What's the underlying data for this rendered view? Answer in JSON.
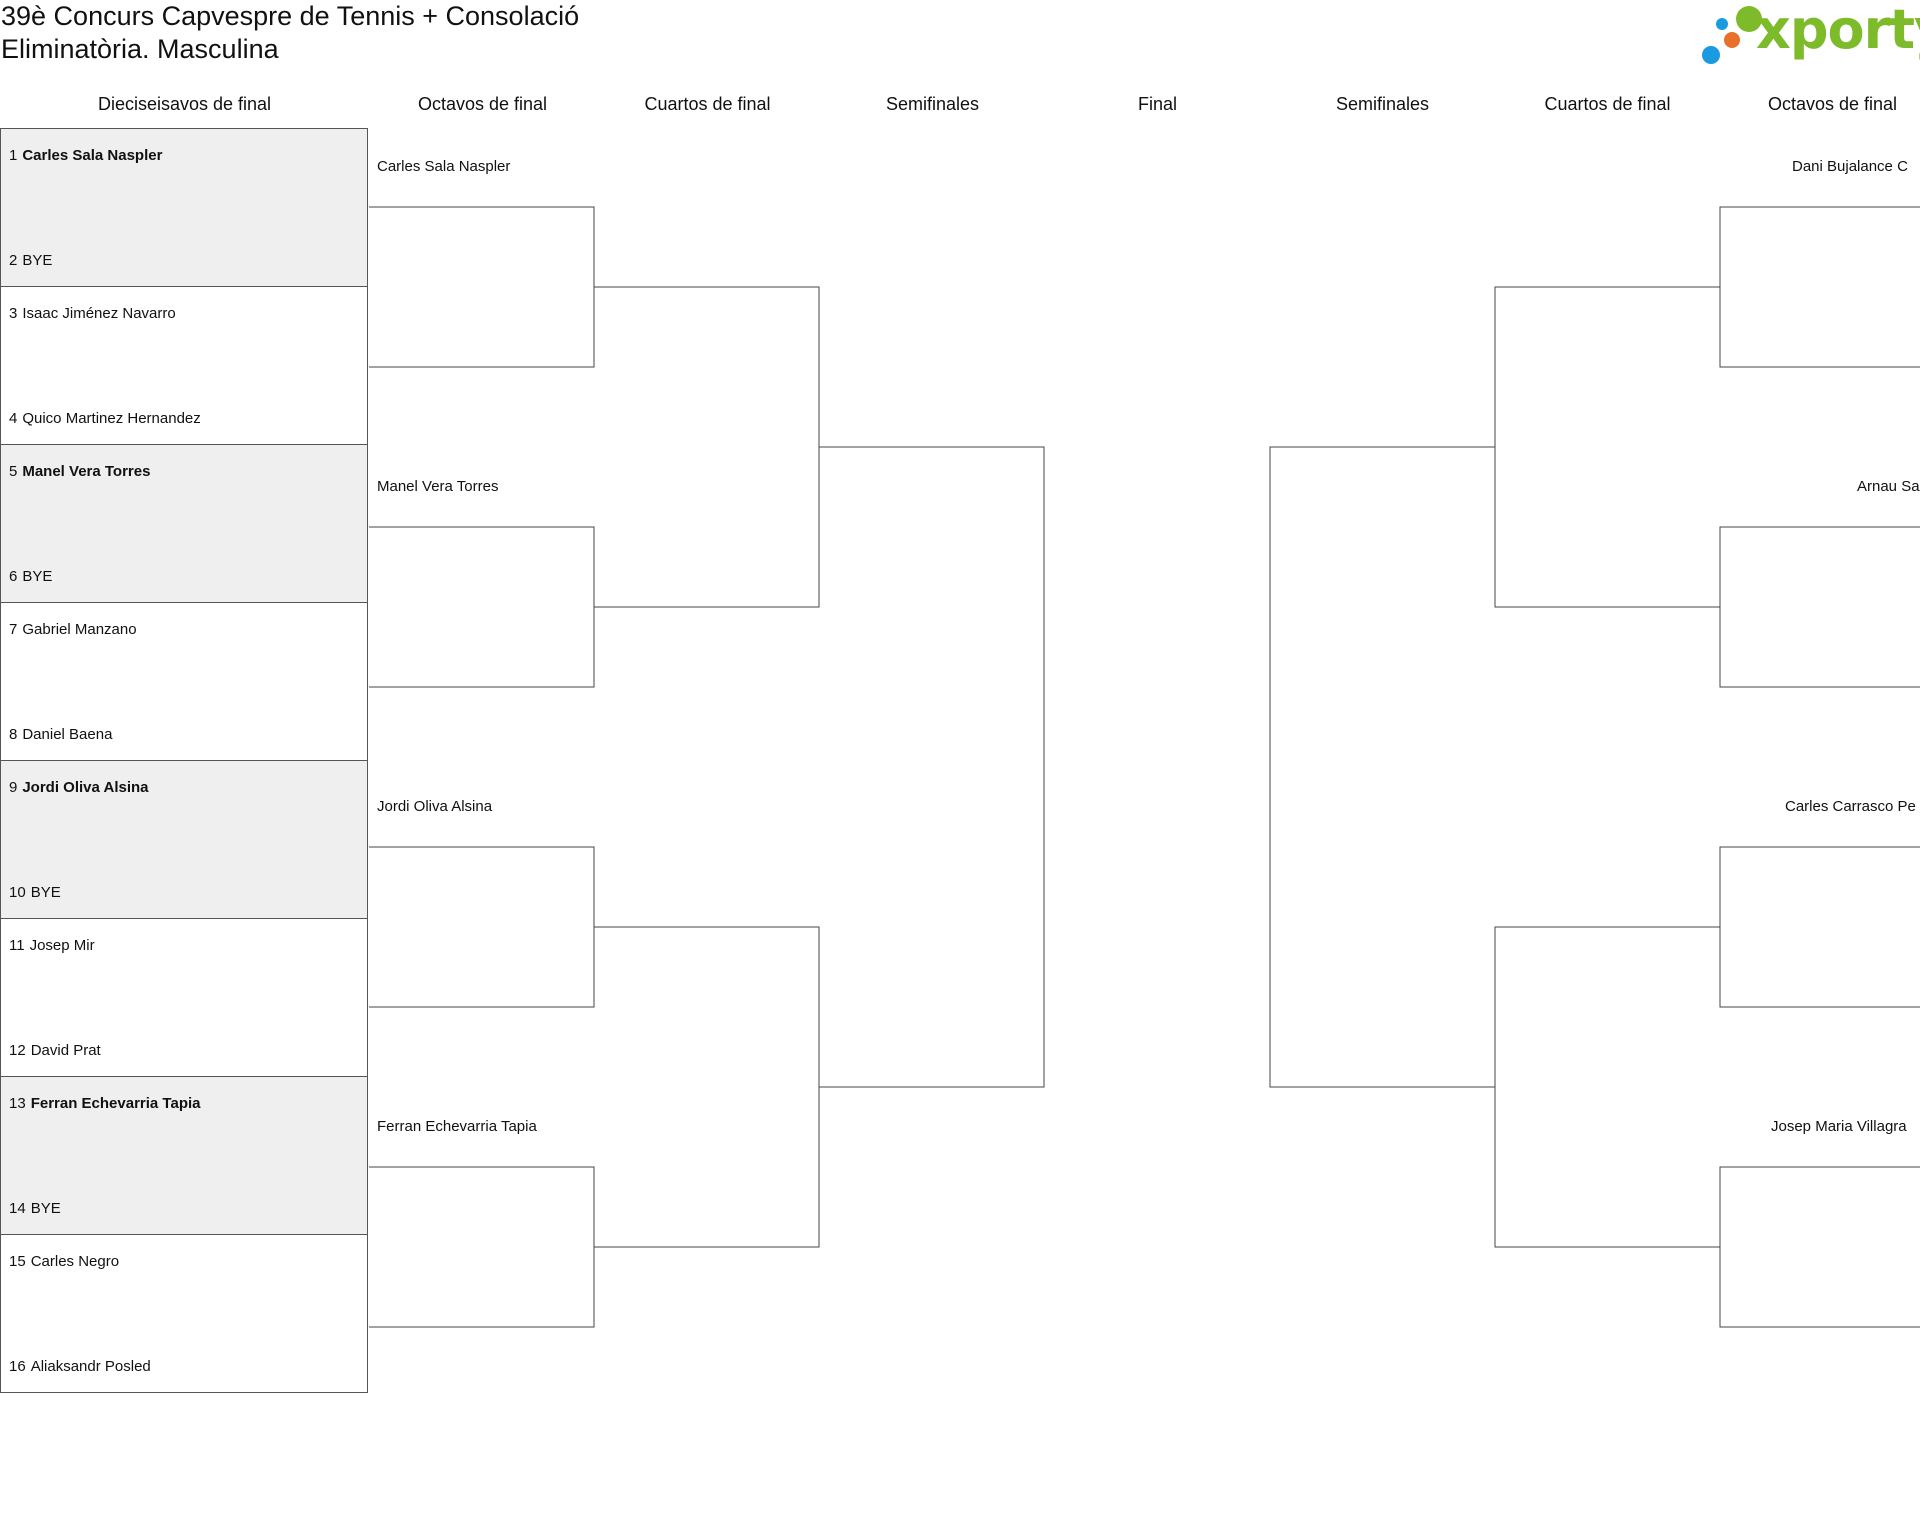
{
  "title_line1": "39è Concurs Capvespre de Tennis + Consolació",
  "title_line2": "Eliminatòria. Masculina",
  "logo_text": "xporty",
  "logo_colors": {
    "green": "#7dbb2a",
    "blue": "#1a9be0",
    "orange": "#e8702a"
  },
  "columns": {
    "c0": "Dieciseisavos de final",
    "c1": "Octavos de final",
    "c2": "Cuartos de final",
    "c3": "Semifinales",
    "c4": "Final",
    "c5": "Semifinales",
    "c6": "Cuartos de final",
    "c7": "Octavos de final"
  },
  "round32": [
    {
      "top": {
        "num": "1",
        "name": "Carles Sala Naspler"
      },
      "bottom": {
        "num": "2",
        "name": "BYE"
      }
    },
    {
      "top": {
        "num": "3",
        "name": "Isaac Jiménez Navarro"
      },
      "bottom": {
        "num": "4",
        "name": "Quico Martinez Hernandez"
      }
    },
    {
      "top": {
        "num": "5",
        "name": "Manel Vera Torres"
      },
      "bottom": {
        "num": "6",
        "name": "BYE"
      }
    },
    {
      "top": {
        "num": "7",
        "name": "Gabriel Manzano"
      },
      "bottom": {
        "num": "8",
        "name": "Daniel Baena"
      }
    },
    {
      "top": {
        "num": "9",
        "name": "Jordi Oliva Alsina"
      },
      "bottom": {
        "num": "10",
        "name": "BYE"
      }
    },
    {
      "top": {
        "num": "11",
        "name": "Josep Mir"
      },
      "bottom": {
        "num": "12",
        "name": "David Prat"
      }
    },
    {
      "top": {
        "num": "13",
        "name": "Ferran Echevarria Tapia"
      },
      "bottom": {
        "num": "14",
        "name": "BYE"
      }
    },
    {
      "top": {
        "num": "15",
        "name": "Carles Negro"
      },
      "bottom": {
        "num": "16",
        "name": "Aliaksandr Posled"
      }
    }
  ],
  "round16_left": [
    "Carles Sala Naspler",
    "Manel Vera Torres",
    "Jordi Oliva Alsina",
    "Ferran Echevarria Tapia"
  ],
  "round16_right": [
    "Dani Bujalance C",
    "Arnau Sa",
    "Carles Carrasco Pe",
    "Josep Maria Villagra"
  ]
}
